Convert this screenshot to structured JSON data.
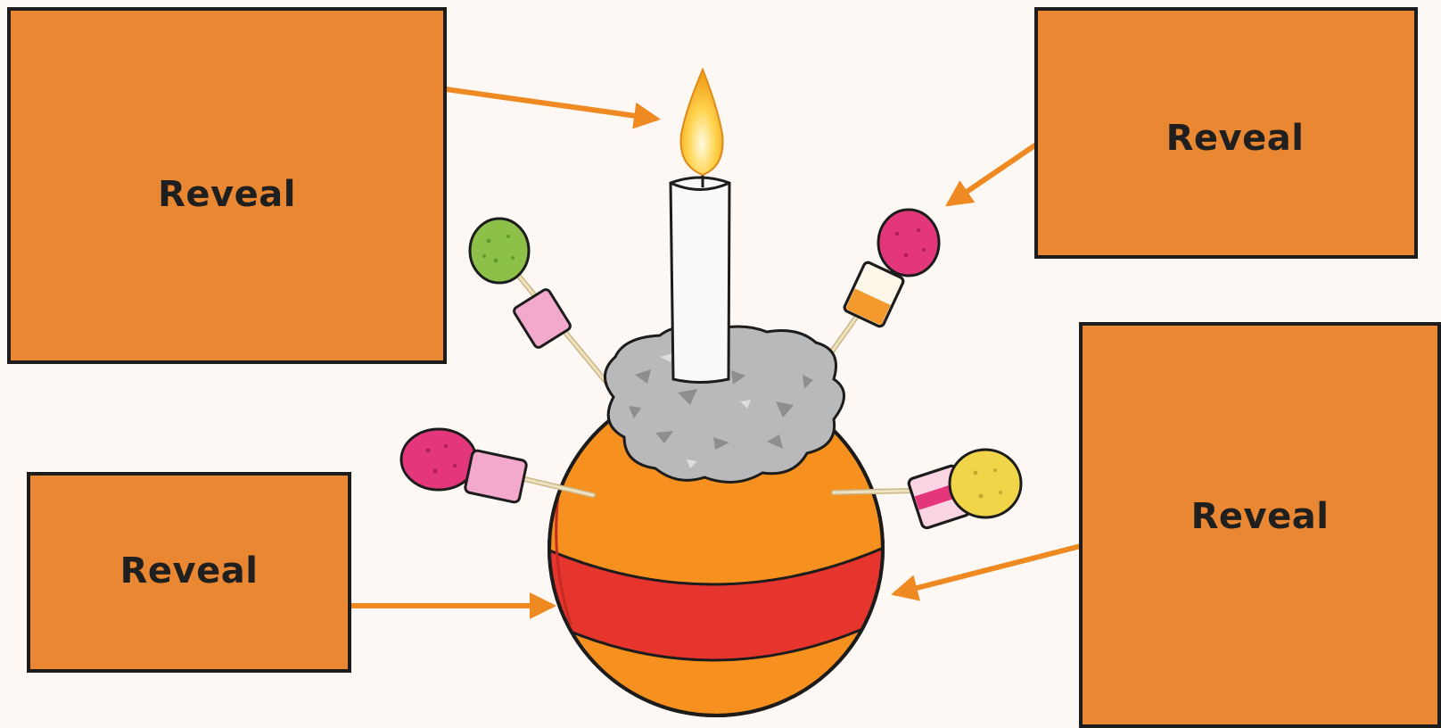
{
  "slide": {
    "background_color": "#fdf8f4",
    "accent_color": "#e98733",
    "arrow_color": "#ef8a22"
  },
  "illustration": {
    "name": "christingle",
    "parts": [
      "orange",
      "red-ribbon",
      "candle",
      "candle-flame",
      "foil-base",
      "sweet-sticks"
    ]
  },
  "reveal_boxes": [
    {
      "id": "top-left",
      "label": "Reveal"
    },
    {
      "id": "top-right",
      "label": "Reveal"
    },
    {
      "id": "bottom-left",
      "label": "Reveal"
    },
    {
      "id": "bottom-right",
      "label": "Reveal"
    }
  ]
}
